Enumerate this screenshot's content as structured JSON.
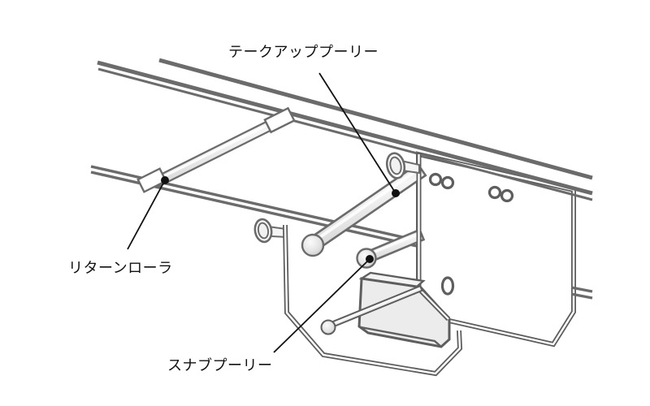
{
  "diagram": {
    "type": "technical-line-illustration",
    "subject": "conveyor belt take-up unit, underside oblique view",
    "background_color": "#ffffff",
    "frame_line_color": "#6b6b6b",
    "plate_line_color": "#5e5e5e",
    "leader_line_color": "#111111",
    "fill_light": "#ececec",
    "labels": [
      {
        "id": "takeup",
        "text": "テークアッププーリー",
        "target": "take-up-pulley"
      },
      {
        "id": "return",
        "text": "リターンローラ",
        "target": "return-roller"
      },
      {
        "id": "snub",
        "text": "スナブプーリー",
        "target": "snub-pulley"
      }
    ]
  }
}
